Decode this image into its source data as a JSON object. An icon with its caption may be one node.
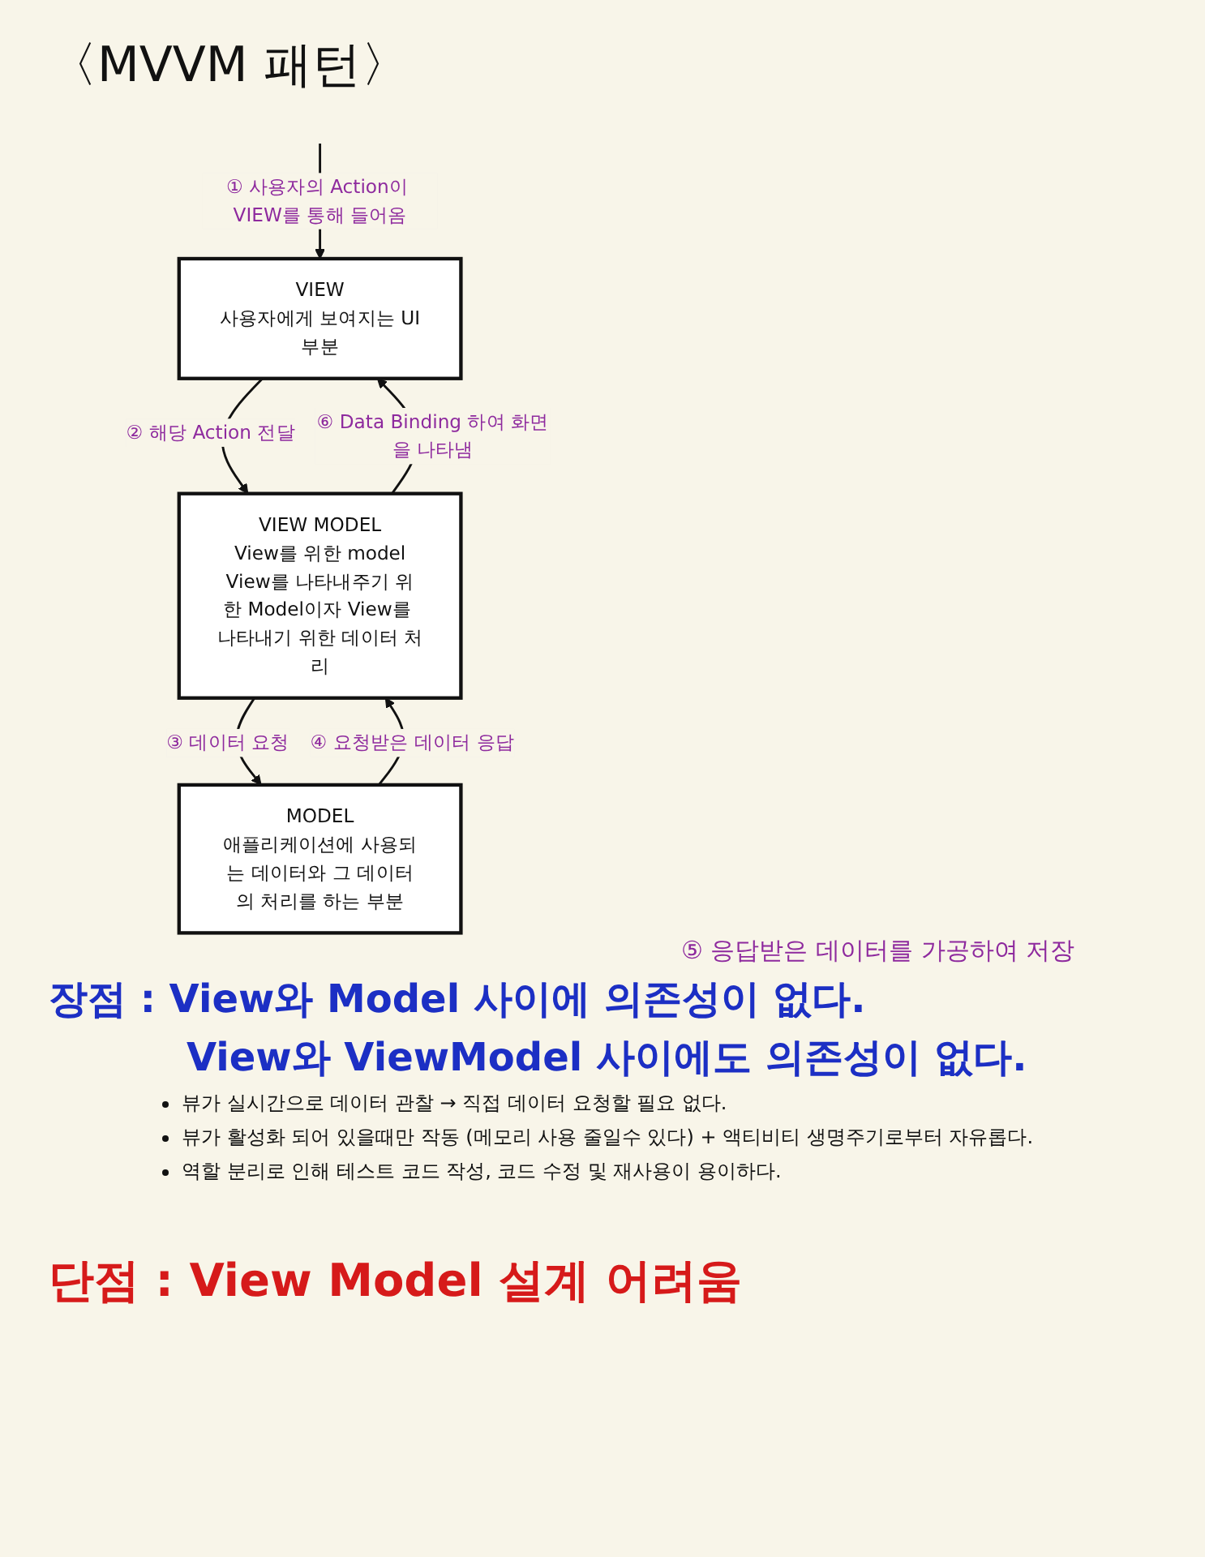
{
  "diagram": {
    "title": "〈MVVM 패턴〉",
    "nodes": [
      {
        "text": [
          "VIEW",
          "사용자에게 보여지는 UI부분"
        ]
      },
      {
        "text": [
          "VIEW MODEL",
          "View를 위한 model",
          "View를 나타내주기 위한 Model이자 View를 나타내기 위한 데이터 처리"
        ]
      },
      {
        "text": [
          "MODEL",
          "애플리케이션에 사용되는 데이터와 그 데이터의 처리를 하는 부분"
        ]
      }
    ],
    "edges": [
      {
        "from": null,
        "to": 0,
        "arrow": "to",
        "label": "① 사용자의 Action이 VIEW를 통해 들어옴"
      },
      {
        "from": 0,
        "to": 1,
        "arrow": "to",
        "label": "② 해당 Action 전달"
      },
      {
        "from": 1,
        "to": 2,
        "arrow": "to",
        "label": "③ 데이터 요청"
      },
      {
        "from": 2,
        "to": 1,
        "arrow": "to",
        "label": "④ 요청받은 데이터 응답"
      },
      {
        "from": 1,
        "to": 0,
        "arrow": "to",
        "label": "⑥ Data Binding 하여 화면을 나타냄"
      }
    ],
    "labels": [
      "⑤ 응답받은 데이터를 가공하여 저장",
      "장점 : View와 Model 사이에 의존성이 없다.",
      "View와 ViewModel 사이에도 의존성이 없다.",
      "뷰가 실시간으로 데이터 관찰 → 직접 데이터 요청할 필요 없다.",
      "뷰가 활성화 되어 있을때만 작동 (메모리 사용 줄일수 있다) + 액티비티 생명주기로부터 자유롭다.",
      "역할 분리로 인해 테스트 코드 작성, 코드 수정 및 재사용이 용이하다.",
      "단점 : View Model 설계 어려움"
    ]
  }
}
